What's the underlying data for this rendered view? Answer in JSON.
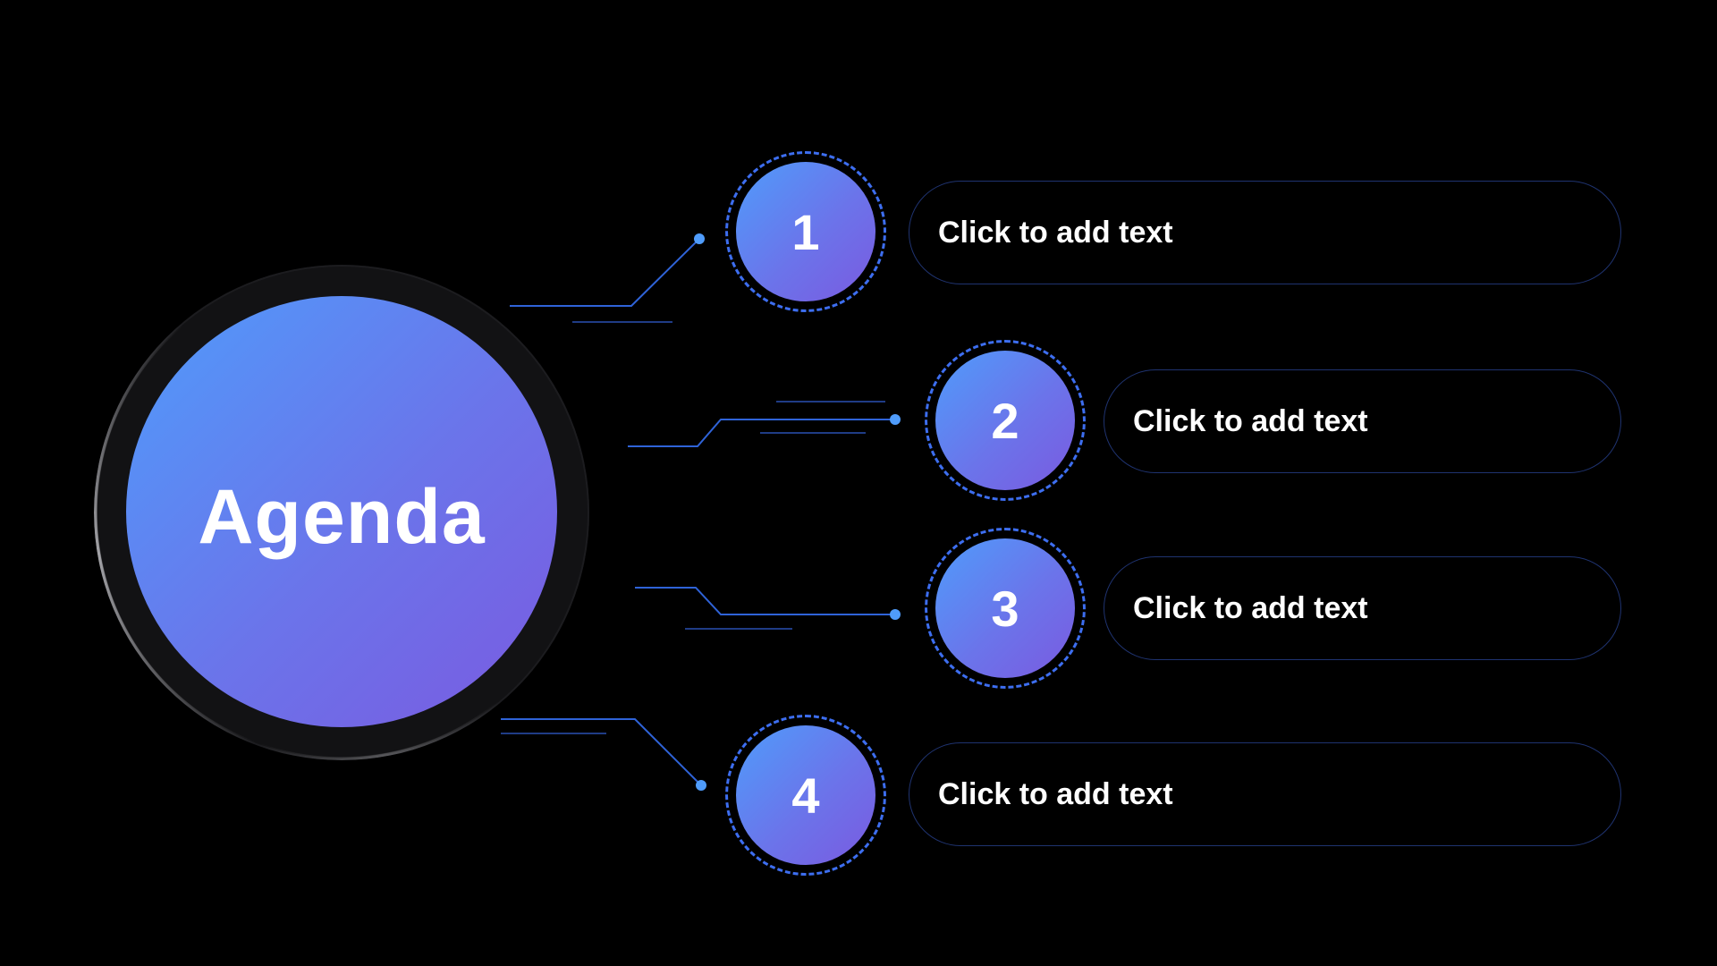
{
  "hub": {
    "title": "Agenda"
  },
  "items": [
    {
      "number": "1",
      "text": "Click to add text"
    },
    {
      "number": "2",
      "text": "Click to add text"
    },
    {
      "number": "3",
      "text": "Click to add text"
    },
    {
      "number": "4",
      "text": "Click to add text"
    }
  ],
  "colors": {
    "background": "#000000",
    "gradient_start": "#4f9cfb",
    "gradient_end": "#7a5ae0",
    "accent_line": "#3d6ef0",
    "pill_border": "#1f3370",
    "text": "#ffffff"
  }
}
